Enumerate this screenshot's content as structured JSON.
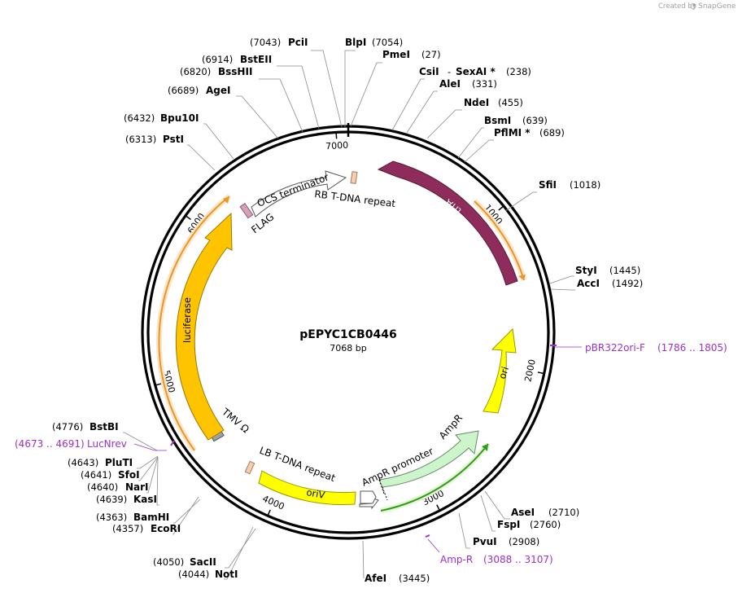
{
  "credit": {
    "created_by": "Created by",
    "brand": "SnapGene"
  },
  "plasmid": {
    "name": "pEPYC1CB0446",
    "length_label": "7068 bp",
    "length": 7068
  },
  "ticks": [
    {
      "bp": 1000,
      "label": "1000"
    },
    {
      "bp": 2000,
      "label": "2000"
    },
    {
      "bp": 3000,
      "label": "3000"
    },
    {
      "bp": 4000,
      "label": "4000"
    },
    {
      "bp": 5000,
      "label": "5000"
    },
    {
      "bp": 6000,
      "label": "6000"
    },
    {
      "bp": 7000,
      "label": "7000"
    }
  ],
  "sites": [
    {
      "name": "PciI",
      "pos": "(7043)"
    },
    {
      "name": "BlpI",
      "pos": "(7054)"
    },
    {
      "name": "PmeI",
      "pos": "(27)"
    },
    {
      "name": "CsiI",
      "sep": "-",
      "name2": "SexAI *",
      "pos": "(238)"
    },
    {
      "name": "AleI",
      "pos": "(331)"
    },
    {
      "name": "NdeI",
      "pos": "(455)"
    },
    {
      "name": "BsmI",
      "pos": "(639)"
    },
    {
      "name": "PflMI *",
      "pos": "(689)"
    },
    {
      "name": "SfiI",
      "pos": "(1018)"
    },
    {
      "name": "StyI",
      "pos": "(1445)"
    },
    {
      "name": "AccI",
      "pos": "(1492)"
    },
    {
      "name": "AseI",
      "pos": "(2710)"
    },
    {
      "name": "FspI",
      "pos": "(2760)"
    },
    {
      "name": "PvuI",
      "pos": "(2908)"
    },
    {
      "name": "AfeI",
      "pos": "(3445)"
    },
    {
      "name": "SacII",
      "pos": "(4050)"
    },
    {
      "name": "NotI",
      "pos": "(4044)"
    },
    {
      "name": "BamHI",
      "pos": "(4363)"
    },
    {
      "name": "EcoRI",
      "pos": "(4357)"
    },
    {
      "name": "PluTI",
      "pos": "(4643)"
    },
    {
      "name": "SfoI",
      "pos": "(4641)"
    },
    {
      "name": "NarI",
      "pos": "(4640)"
    },
    {
      "name": "KasI",
      "pos": "(4639)"
    },
    {
      "name": "BstBI",
      "pos": "(4776)"
    },
    {
      "name": "PstI",
      "pos": "(6313)"
    },
    {
      "name": "Bpu10I",
      "pos": "(6432)"
    },
    {
      "name": "AgeI",
      "pos": "(6689)"
    },
    {
      "name": "BssHII",
      "pos": "(6820)"
    },
    {
      "name": "BstEII",
      "pos": "(6914)"
    }
  ],
  "primers": [
    {
      "name": "pBR322ori-F",
      "range": "(1786 .. 1805)"
    },
    {
      "name": "LucNrev",
      "range": "(4673 .. 4691)"
    },
    {
      "name": "Amp-R",
      "range": "(3088 .. 3107)"
    }
  ],
  "features": [
    {
      "name": "trfA",
      "color": "#8e2c5c"
    },
    {
      "name": "ori",
      "color": "#ffff00"
    },
    {
      "name": "AmpR",
      "color": "#ccf5cc"
    },
    {
      "name": "AmpR promoter",
      "color": "#ffffff"
    },
    {
      "name": "oriV",
      "color": "#ffff00"
    },
    {
      "name": "LB T-DNA repeat",
      "color": "#f5cfb0"
    },
    {
      "name": "TMV Ω",
      "color": "#a0a0a0"
    },
    {
      "name": "luciferase",
      "color": "#ffc400"
    },
    {
      "name": "FLAG",
      "color": "#d8a0b8"
    },
    {
      "name": "OCS terminator",
      "color": "#ffffff"
    },
    {
      "name": "RB T-DNA repeat",
      "color": "#f5cfb0"
    }
  ],
  "colors": {
    "primer": "#9b30c8",
    "orf_green": "#2e9e1a",
    "orf_orange": "#e8962a",
    "backbone": "#000000"
  }
}
